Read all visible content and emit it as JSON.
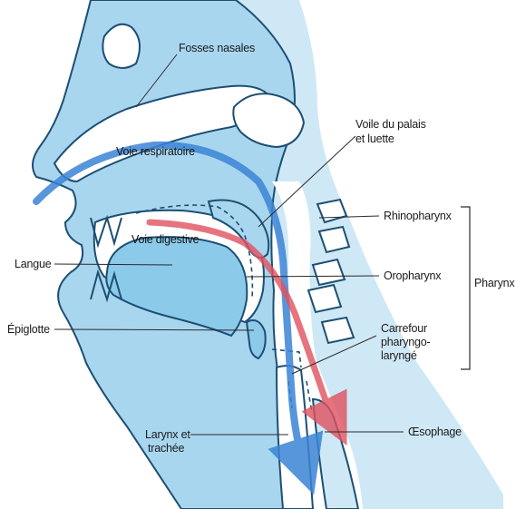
{
  "labels": {
    "fosses_nasales": "Fosses nasales",
    "voile_palais_1": "Voile du palais",
    "voile_palais_2": "et luette",
    "voie_respiratoire": "Voie respiratoire",
    "rhinopharynx": "Rhinopharynx",
    "voie_digestive": "Voie digestive",
    "langue": "Langue",
    "oropharynx": "Oropharynx",
    "pharynx": "Pharynx",
    "epiglotte": "Épiglotte",
    "carrefour_1": "Carrefour",
    "carrefour_2": "pharyngo-",
    "carrefour_3": "laryngé",
    "larynx_1": "Larynx et",
    "larynx_2": "trachée",
    "oesophage": "Œsophage"
  },
  "colors": {
    "tissue": "#a9d6ef",
    "tissue_dark": "#7ec0e6",
    "outline": "#1d4f73",
    "air_path": "#3b84d6",
    "food_path": "#e0525f",
    "leader": "#2a2a2a"
  }
}
